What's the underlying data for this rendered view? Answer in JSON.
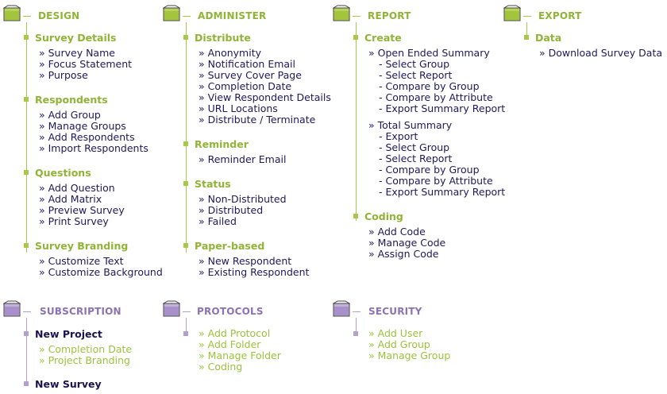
{
  "design": {
    "title": "DESIGN",
    "sections": [
      {
        "label": "Survey Details",
        "items": [
          "» Survey Name",
          "» Focus Statement",
          "» Purpose"
        ]
      },
      {
        "label": "Respondents",
        "items": [
          "» Add Group",
          "» Manage Groups",
          "» Add Respondents",
          "» Import Respondents"
        ]
      },
      {
        "label": "Questions",
        "items": [
          "» Add Question",
          "» Add Matrix",
          "» Preview Survey",
          "» Print Survey"
        ]
      },
      {
        "label": "Survey Branding",
        "items": [
          "» Customize Text",
          "» Customize Background"
        ]
      }
    ]
  },
  "administer": {
    "title": "ADMINISTER",
    "sections": [
      {
        "label": "Distribute",
        "items": [
          "» Anonymity",
          "» Notification Email",
          "» Survey Cover Page",
          "» Completion Date",
          "» View Respondent Details",
          "» URL Locations",
          "» Distribute / Terminate"
        ]
      },
      {
        "label": "Reminder",
        "items": [
          "» Reminder Email"
        ]
      },
      {
        "label": "Status",
        "items": [
          "» Non-Distributed",
          "» Distributed",
          "» Failed"
        ]
      },
      {
        "label": "Paper-based",
        "items": [
          "» New Respondent",
          "» Existing Respondent"
        ]
      }
    ]
  },
  "report": {
    "title": "REPORT",
    "sections": [
      {
        "label": "Create",
        "items": [
          "» Open Ended Summary",
          "- Select Group",
          "- Select Report",
          "- Compare by Group",
          "- Compare by Attribute",
          "- Export Summary Report",
          "",
          "» Total Summary",
          "- Export",
          "- Select Group",
          "- Select Report",
          "- Compare by Group",
          "- Compare by Attribute",
          "- Export Summary Report"
        ]
      },
      {
        "label": "Coding",
        "items": [
          "» Add Code",
          "» Manage Code",
          "» Assign Code"
        ]
      }
    ]
  },
  "export": {
    "title": "EXPORT",
    "sections": [
      {
        "label": "Data",
        "items": [
          "» Download Survey Data"
        ]
      }
    ]
  },
  "subscription": {
    "title": "SUBSCRIPTION",
    "sections": [
      {
        "label": "New Project",
        "items": [
          "» Completion Date",
          "» Project Branding"
        ]
      },
      {
        "label": "New Survey",
        "items": []
      }
    ]
  },
  "protocols": {
    "title": "PROTOCOLS",
    "sections": [
      {
        "label": "",
        "items": [
          "» Add Protocol",
          "» Add Folder",
          "» Manage Folder",
          "» Coding"
        ]
      }
    ]
  },
  "security": {
    "title": "SECURITY",
    "sections": [
      {
        "label": "",
        "items": [
          "» Add User",
          "» Add Group",
          "» Manage Group"
        ]
      }
    ]
  },
  "colors": {
    "green_title": "#8fb436",
    "green_line": "#a6c94a",
    "navy_text": "#1f1858",
    "purple_title": "#8c73b0",
    "purple_line": "#b3a0ce"
  }
}
